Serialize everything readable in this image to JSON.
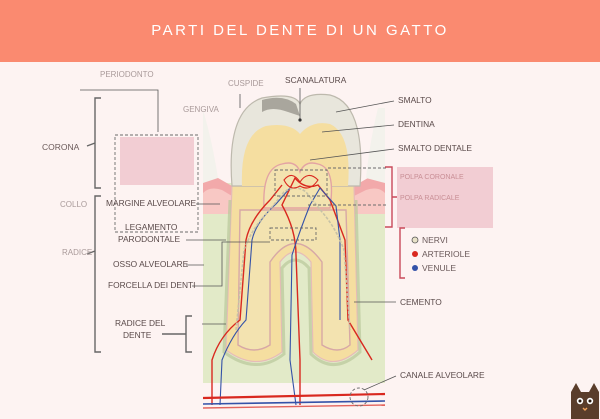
{
  "title": "PARTI DEL DENTE DI UN GATTO",
  "colors": {
    "banner": "#fa8a70",
    "background": "#fdf3f2",
    "enamel": "#e8e6dc",
    "dentin": "#f5dea0",
    "pulp": "#f3e3b0",
    "gum": "#f2a9aa",
    "bone": "#e2eac8",
    "nerve": "#e8e2c8",
    "artery": "#d9281f",
    "vein": "#3452a8",
    "highlight": "#f2cdd3"
  },
  "labels": {
    "periodonto": "PERIODONTO",
    "cuspide": "CUSPIDE",
    "scanalatura": "SCANALATURA",
    "gengiva": "GENGIVA",
    "smalto": "SMALTO",
    "dentina": "DENTINA",
    "smalto_dentale": "SMALTO DENTALE",
    "corona": "CORONA",
    "polpa_coronale": "POLPA CORONALE",
    "polpa_radicale": "POLPA RADICALE",
    "collo": "COLLO",
    "margine_alveolare": "MARGINE ALVEOLARE",
    "radice": "RADICE",
    "legamento_parodontale": [
      "LEGAMENTO",
      "PARODONTALE"
    ],
    "osso_alveolare": "OSSO ALVEOLARE",
    "forcella_dei_denti": "FORCELLA DEI DENTI",
    "nervi": "NERVI",
    "arteriole": "ARTERIOLE",
    "venule": "VENULE",
    "cemento": "CEMENTO",
    "radice_del_dente": [
      "RADICE DEL",
      "DENTE"
    ],
    "canale_alveolare": "CANALE ALVEOLARE"
  },
  "mascot": "cat-face-icon"
}
